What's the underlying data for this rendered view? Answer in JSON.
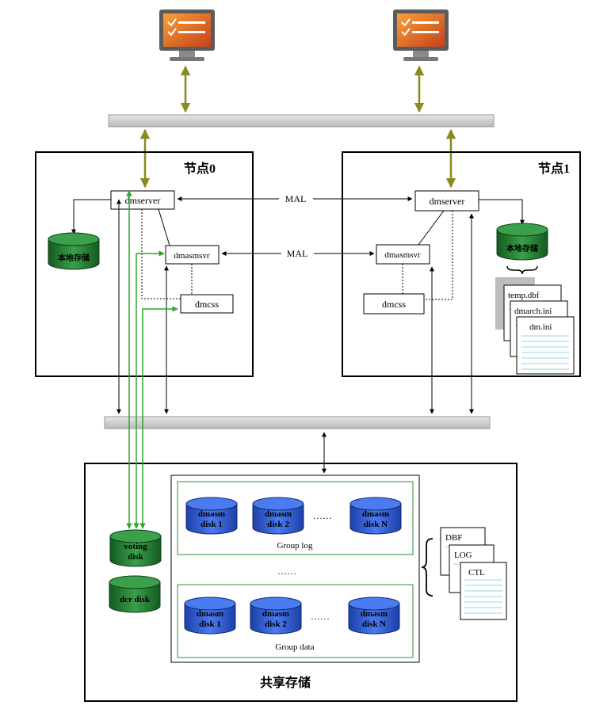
{
  "node0": {
    "title": "节点0",
    "dmserver": "dmserver",
    "dmasmsvr": "dmasmsvr",
    "dmcss": "dmcss",
    "local_storage": "本地存储"
  },
  "node1": {
    "title": "节点1",
    "dmserver": "dmserver",
    "dmasmsvr": "dmasmsvr",
    "dmcss": "dmcss",
    "local_storage": "本地存储",
    "files": [
      "temp.dbf",
      "dmarch.ini",
      "dm.ini"
    ]
  },
  "mal_labels": [
    "MAL",
    "MAL"
  ],
  "shared": {
    "title": "共享存储",
    "voting_disk": [
      "voting",
      "disk"
    ],
    "dcr_disk": "dcr disk",
    "group_log": {
      "label": "Group log",
      "disks": [
        [
          "dmasm",
          "disk 1"
        ],
        [
          "dmasm",
          "disk 2"
        ],
        [
          "dmasm",
          "disk N"
        ]
      ],
      "ellipsis": "……"
    },
    "group_separator": "……",
    "group_data": {
      "label": "Group data",
      "disks": [
        [
          "dmasm",
          "disk 1"
        ],
        [
          "dmasm",
          "disk 2"
        ],
        [
          "dmasm",
          "disk N"
        ]
      ],
      "ellipsis": "……"
    },
    "files": [
      "DBF",
      "LOG",
      "CTL"
    ]
  },
  "colors": {
    "arrow_olive": "#8a8a1e",
    "green_line": "#2fa52f",
    "disk_blue": "#2d5fd6",
    "disk_green": "#1e7a2e",
    "bus_gray": "#cfcfcf"
  }
}
